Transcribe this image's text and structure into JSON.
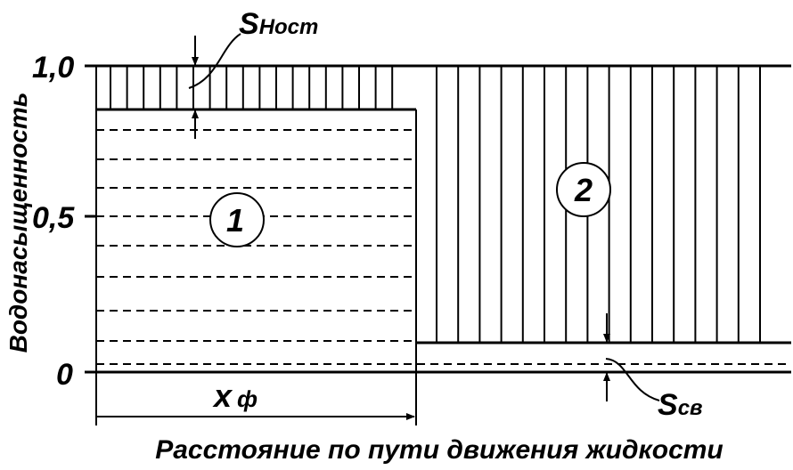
{
  "axis": {
    "ylabel": "Водонасыщенность",
    "xlabel": "Расстояние по пути движения жидкости",
    "ticks": [
      "1,0",
      "0,5",
      "0"
    ]
  },
  "zones": {
    "zone1": "1",
    "zone2": "2"
  },
  "labels": {
    "s_nost_main": "S",
    "s_nost_sub": "Ност",
    "s_sv_main": "S",
    "s_sv_sub": "св",
    "x_front_main": "x",
    "x_front_sub": "ф"
  }
}
